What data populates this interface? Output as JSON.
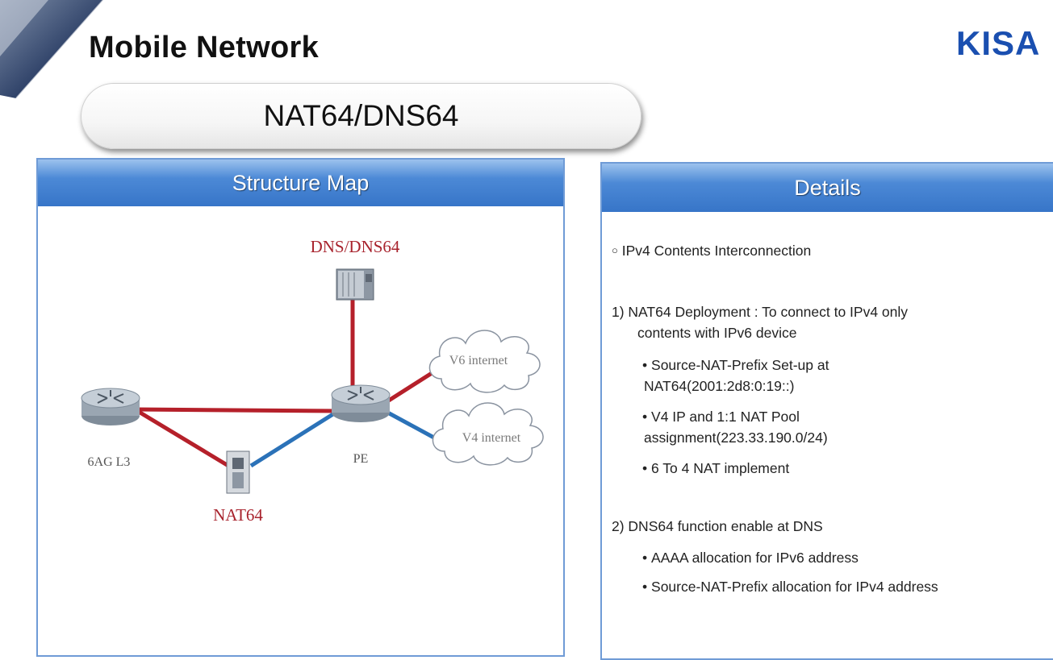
{
  "header": {
    "title": "Mobile Network",
    "logo_text": "KISA",
    "subtitle": "NAT64/DNS64"
  },
  "structure_panel": {
    "heading": "Structure Map",
    "nodes": {
      "dns": "DNS/DNS64",
      "router_left": "6AG L3",
      "router_pe": "PE",
      "nat": "NAT64",
      "cloud_v6": "V6 internet",
      "cloud_v4": "V4 internet"
    }
  },
  "details_panel": {
    "heading": "Details",
    "section_title": "IPv4 Contents  Interconnection",
    "item1_line1": "1)  NAT64 Deployment  :  To connect  to IPv4 only",
    "item1_line2": "contents with IPv6 device",
    "item1_bullets": [
      {
        "line1": "Source-NAT-Prefix Set-up at",
        "line2": "NAT64(2001:2d8:0:19::)"
      },
      {
        "line1": "V4 IP and  1:1 NAT Pool",
        "line2": "assignment(223.33.190.0/24)"
      },
      {
        "line1": "6 To 4 NAT implement",
        "line2": ""
      }
    ],
    "item2_line1": "2) DNS64 function enable at DNS",
    "item2_bullets": [
      "AAAA allocation for IPv6 address",
      "Source-NAT-Prefix  allocation for IPv4 address"
    ]
  },
  "colors": {
    "ipv6_link": "#b5202a",
    "ipv4_link": "#2b72b8",
    "label_red": "#a8232d",
    "panel_header": "#3f7fd0",
    "logo": "#1a4fb0"
  }
}
